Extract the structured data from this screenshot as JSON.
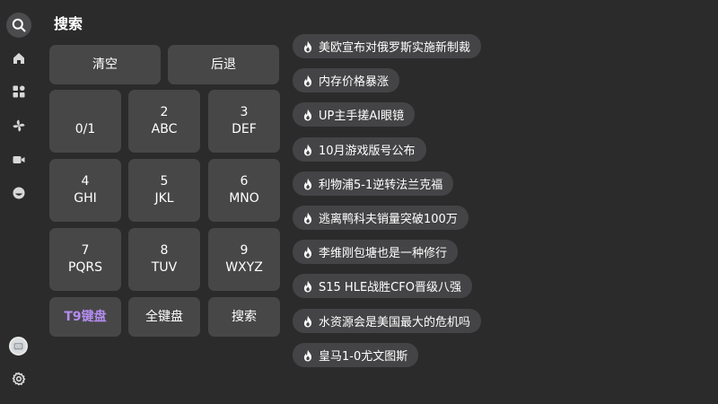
{
  "header": {
    "title": "搜索"
  },
  "sidebar": {
    "items": [
      {
        "name": "search",
        "icon": "search-icon",
        "active": true
      },
      {
        "name": "home",
        "icon": "home-icon"
      },
      {
        "name": "categories",
        "icon": "grid-icon"
      },
      {
        "name": "fan",
        "icon": "pinwheel-icon"
      },
      {
        "name": "video",
        "icon": "video-camera-icon"
      },
      {
        "name": "profile",
        "icon": "user-circle-icon"
      }
    ],
    "bottom": [
      {
        "name": "avatar",
        "icon": "avatar-icon"
      },
      {
        "name": "settings",
        "icon": "gear-icon"
      }
    ]
  },
  "keypad": {
    "clear_label": "清空",
    "backspace_label": "后退",
    "keys": [
      {
        "num": "0/1",
        "letters": ""
      },
      {
        "num": "2",
        "letters": "ABC"
      },
      {
        "num": "3",
        "letters": "DEF"
      },
      {
        "num": "4",
        "letters": "GHI"
      },
      {
        "num": "5",
        "letters": "JKL"
      },
      {
        "num": "6",
        "letters": "MNO"
      },
      {
        "num": "7",
        "letters": "PQRS"
      },
      {
        "num": "8",
        "letters": "TUV"
      },
      {
        "num": "9",
        "letters": "WXYZ"
      }
    ],
    "t9_label": "T9键盘",
    "full_label": "全键盘",
    "search_label": "搜索"
  },
  "hot_searches": [
    "美欧宣布对俄罗斯实施新制裁",
    "内存价格暴涨",
    "UP主手搓AI眼镜",
    "10月游戏版号公布",
    "利物浦5-1逆转法兰克福",
    "逃离鸭科夫销量突破100万",
    "李维刚包塘也是一种修行",
    "S15 HLE战胜CFO晋级八强",
    "水资源会是美国最大的危机吗",
    "皇马1-0尤文图斯"
  ],
  "colors": {
    "background": "#2b2b2c",
    "key": "#474748",
    "accent": "#b48cf0",
    "chip": "#444446"
  }
}
